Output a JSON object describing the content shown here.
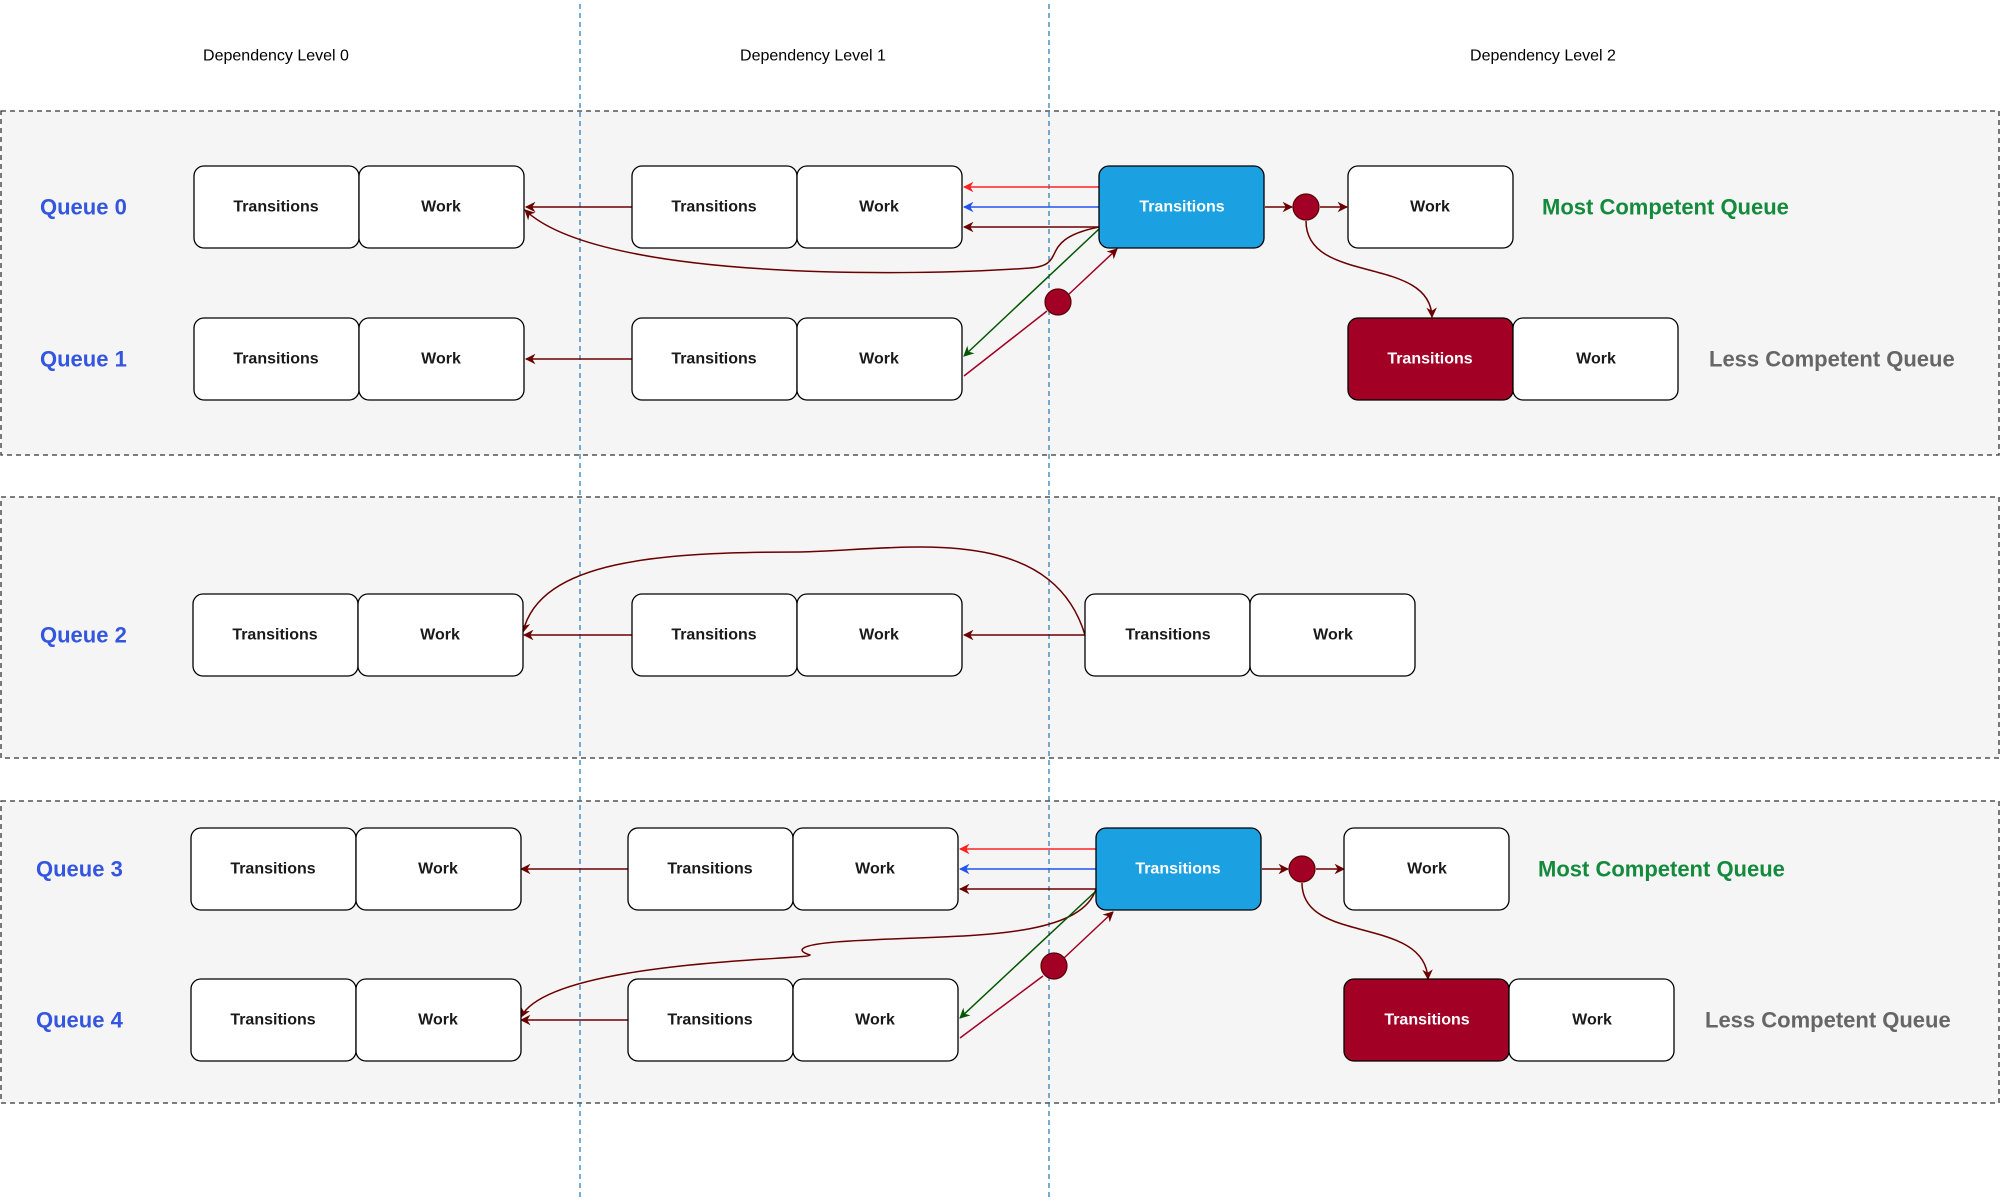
{
  "levels": [
    "Dependency Level 0",
    "Dependency Level 1",
    "Dependency Level 2"
  ],
  "queues": [
    "Queue 0",
    "Queue 1",
    "Queue 2",
    "Queue 3",
    "Queue 4"
  ],
  "box_text": {
    "transitions": "Transitions",
    "work": "Work"
  },
  "competence": {
    "most": "Most Competent Queue",
    "less": "Less Competent Queue"
  },
  "colors": {
    "queue_label": "#3355e0",
    "most_competent": "#138a3c",
    "less_competent": "#666666",
    "blue_box": "#1ba1e2",
    "red_box": "#a20025",
    "arrow_dark": "#6b0000",
    "arrow_red": "#ff2222",
    "arrow_blue": "#2255ee",
    "arrow_green": "#005700",
    "group_fill": "#f5f5f5",
    "lane_line": "#1f77b4"
  }
}
